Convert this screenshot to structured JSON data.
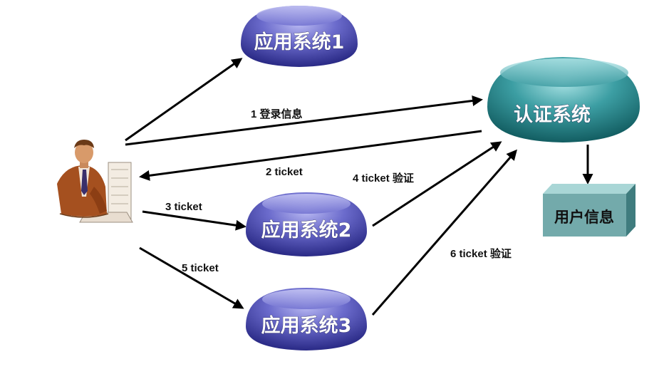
{
  "nodes": {
    "app1": {
      "label": "应用系统1"
    },
    "app2": {
      "label": "应用系统2"
    },
    "app3": {
      "label": "应用系统3"
    },
    "auth": {
      "label": "认证系统"
    },
    "userinfo": {
      "label": "用户信息"
    }
  },
  "edges": {
    "login": {
      "label": "1 登录信息"
    },
    "ticket2": {
      "label": "2 ticket"
    },
    "ticket3": {
      "label": "3 ticket"
    },
    "verify4": {
      "label": "4 ticket 验证"
    },
    "ticket5": {
      "label": "5 ticket"
    },
    "verify6": {
      "label": "6 ticket 验证"
    }
  },
  "colors": {
    "app_node_fill": "#4a4ab0",
    "app_node_light": "#a8a8ec",
    "auth_node_fill": "#1d7a80",
    "auth_node_light": "#8fd3d6",
    "userinfo_fill": "#6ea7a8",
    "userinfo_top": "#9fd0d0",
    "userinfo_side": "#3f7c7e"
  },
  "icons": {
    "user": "user-at-computer-icon"
  }
}
